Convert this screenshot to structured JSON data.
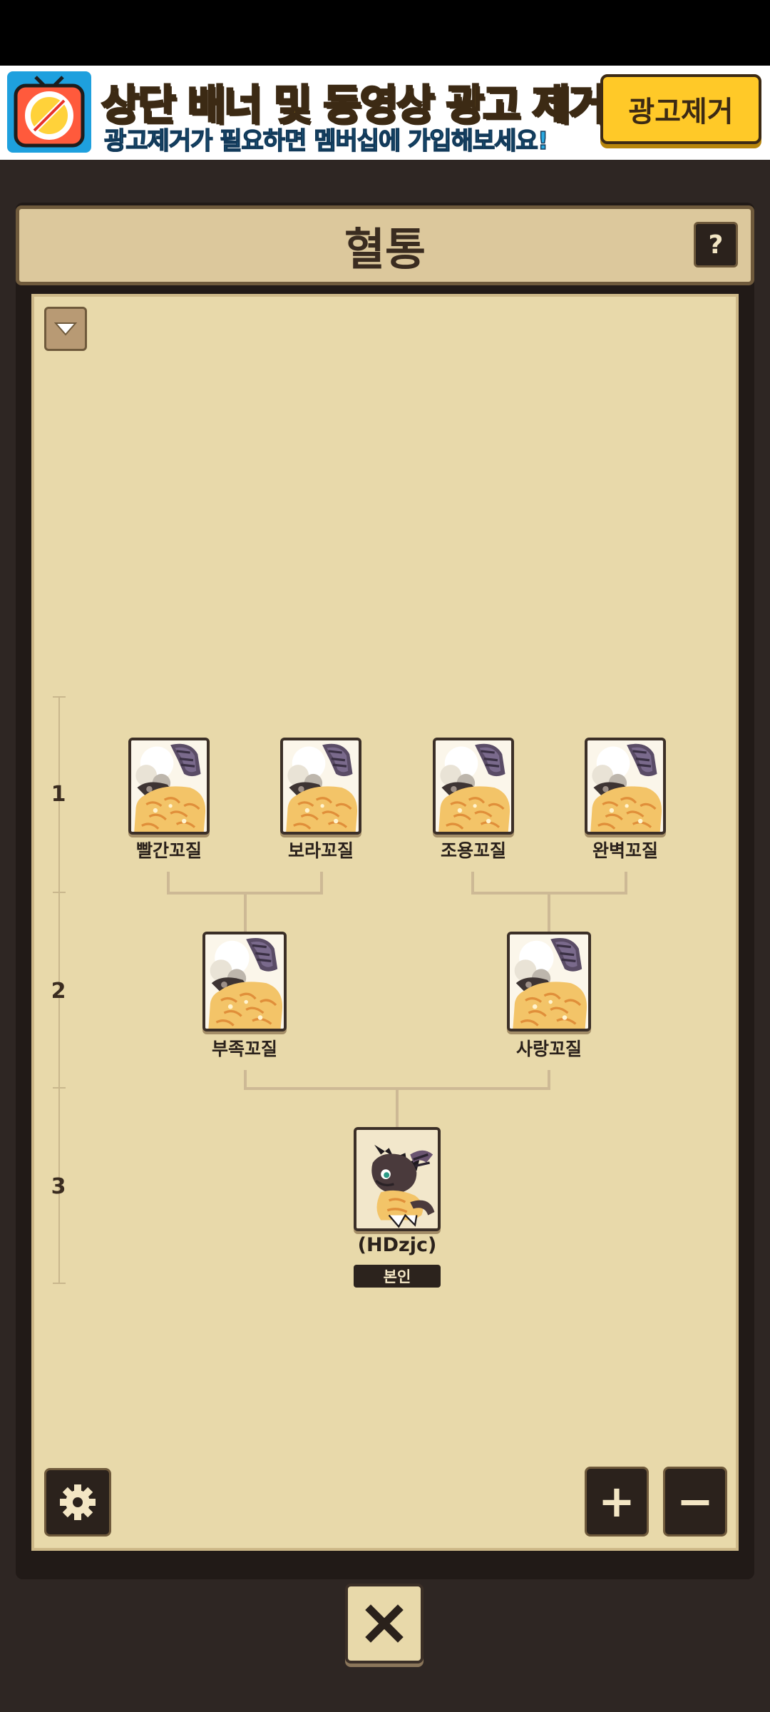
{
  "ad_banner": {
    "headline": "상단 배너 및 동영상 광고 제거!",
    "subline": "광고제거가 필요하면 멤버십에 가입해보세요!",
    "remove_button_label": "광고제거",
    "icon": "no-ads-tv-icon"
  },
  "window": {
    "title": "혈통",
    "help_label": "?"
  },
  "generations": [
    "1",
    "2",
    "3"
  ],
  "tree": {
    "gen1": [
      {
        "name": "빨간꼬질",
        "icon": "shiba-portrait-icon"
      },
      {
        "name": "보라꼬질",
        "icon": "shiba-portrait-icon"
      },
      {
        "name": "조용꼬질",
        "icon": "shiba-portrait-icon"
      },
      {
        "name": "완벽꼬질",
        "icon": "shiba-portrait-icon"
      }
    ],
    "gen2": [
      {
        "name": "부족꼬질",
        "icon": "shiba-portrait-icon"
      },
      {
        "name": "사랑꼬질",
        "icon": "shiba-portrait-icon"
      }
    ],
    "self": {
      "name": "(HDzjc)",
      "badge": "본인",
      "icon": "dragon-pet-icon"
    }
  },
  "controls": {
    "settings_icon": "gear-icon",
    "zoom_in_label": "+",
    "zoom_out_label": "−",
    "close_icon": "close-icon",
    "collapse_icon": "chevron-down-icon"
  },
  "colors": {
    "panel_bg": "#e8d9aa",
    "frame_dark": "#2b221c",
    "ad_yellow": "#ffc928",
    "ad_blue": "#2aa8e0"
  }
}
